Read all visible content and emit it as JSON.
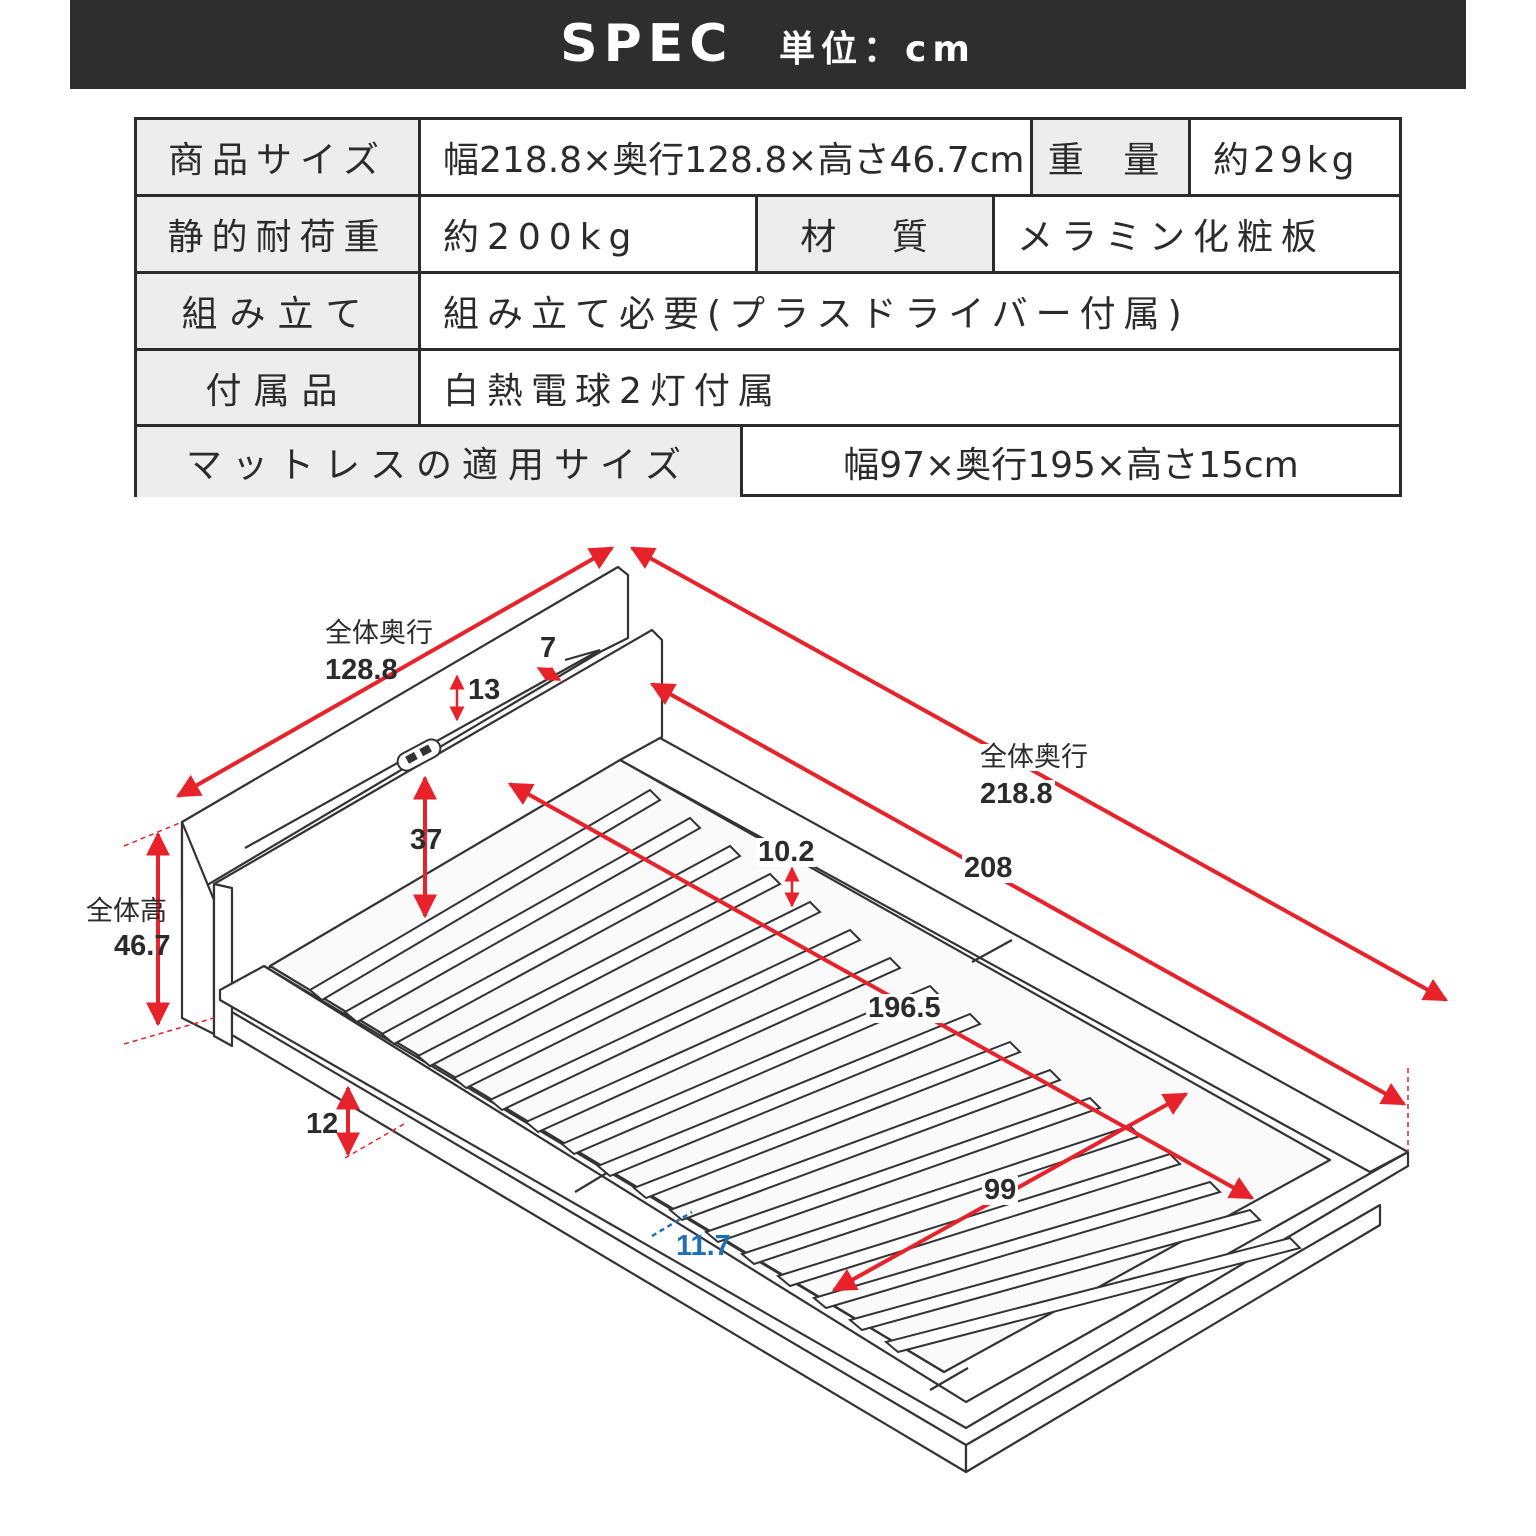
{
  "header": {
    "title": "SPEC",
    "unit": "単位：cm"
  },
  "table": {
    "rows": [
      {
        "h1": "商品サイズ",
        "v1": "幅218.8×奥行128.8×高さ46.7cm",
        "h2": "重 量",
        "v2": "約29kg"
      },
      {
        "h1": "静的耐荷重",
        "v1": "約200kg",
        "h2": "材 質",
        "v2": "メラミン化粧板"
      },
      {
        "h1": "組み立て",
        "v1": "組み立て必要(プラスドライバー付属)"
      },
      {
        "h1": "付属品",
        "v1": "白熱電球2灯付属"
      },
      {
        "h1": "マットレスの適用サイズ",
        "v1": "幅97×奥行195×高さ15cm"
      }
    ]
  },
  "dimensions": {
    "depth_label": "全体奥行",
    "depth_value": "128.8",
    "shelf_height": "13",
    "shelf_depth": "7",
    "height_label": "全体高",
    "height_value": "46.7",
    "headboard_height": "37",
    "length_label": "全体奥行",
    "length_value": "218.8",
    "side_height": "10.2",
    "inner_length": "208",
    "slat_length": "196.5",
    "inner_width": "99",
    "base_height": "12",
    "frame_width": "11.7"
  },
  "colors": {
    "dimension_arrow": "#e8222a",
    "frame_width_marker": "#1f6fb7",
    "header_bg": "#2e2e2e",
    "label_cell_bg": "#ededed"
  }
}
